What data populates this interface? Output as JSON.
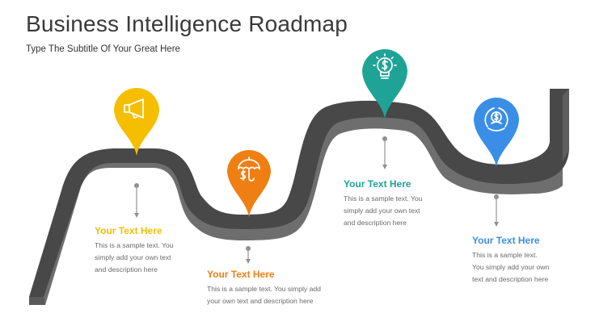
{
  "header": {
    "title": "Business Intelligence Roadmap",
    "subtitle": "Type The Subtitle Of Your Great Here"
  },
  "colors": {
    "road_top": "#484848",
    "road_side": "#6e6e6e",
    "connector": "#9a9a9a",
    "yellow": "#F6BE00",
    "orange": "#F07F13",
    "teal": "#1FA397",
    "blue": "#3A8EE6"
  },
  "milestones": [
    {
      "icon": "megaphone-icon",
      "color": "#F6BE00",
      "heading": "Your Text Here",
      "description_lines": [
        "This is a sample text. You",
        "simply add your own text",
        "and description here"
      ]
    },
    {
      "icon": "umbrella-dollar-icon",
      "color": "#F07F13",
      "heading": "Your Text Here",
      "description_lines": [
        "This is a sample text. You simply add",
        "your own text and description here"
      ]
    },
    {
      "icon": "lightbulb-dollar-icon",
      "color": "#1FA397",
      "heading": "Your Text Here",
      "description_lines": [
        "This is a sample text. You",
        "simply add your own text",
        "and description here"
      ]
    },
    {
      "icon": "dollar-target-icon",
      "color": "#3A8EE6",
      "heading": "Your Text Here",
      "description_lines": [
        "This is a sample text.",
        "You simply add your own",
        "text and description here"
      ]
    }
  ]
}
